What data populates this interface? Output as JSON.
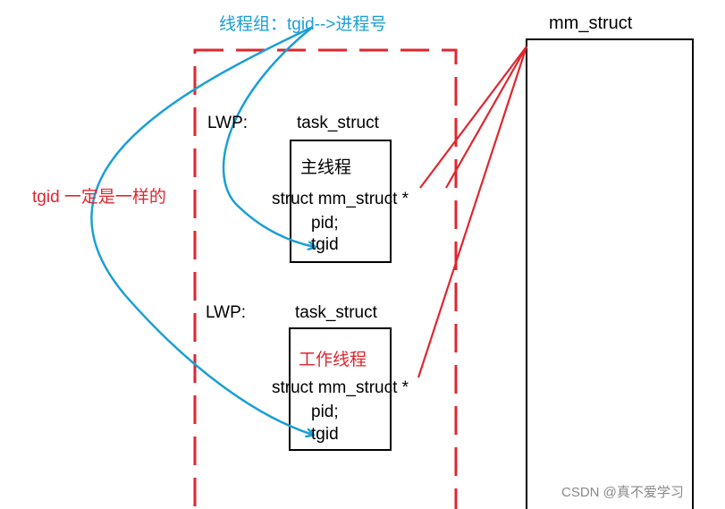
{
  "title": "线程组：tgid-->进程号",
  "left_note": "tgid 一定是一样的",
  "mm_struct_label": "mm_struct",
  "watermark": "CSDN @真不爱学习",
  "threads": [
    {
      "lwp_label": "LWP:",
      "struct_label": "task_struct",
      "name": "主线程",
      "field_mm": "struct mm_struct *",
      "field_pid": "pid;",
      "field_tgid": "tgid"
    },
    {
      "lwp_label": "LWP:",
      "struct_label": "task_struct",
      "name": "工作线程",
      "field_mm": "struct mm_struct *",
      "field_pid": "pid;",
      "field_tgid": "tgid"
    }
  ],
  "colors": {
    "blue": "#1a9fd6",
    "red": "#e0262e",
    "black": "#000000",
    "watermark": "#8a8a8a"
  }
}
